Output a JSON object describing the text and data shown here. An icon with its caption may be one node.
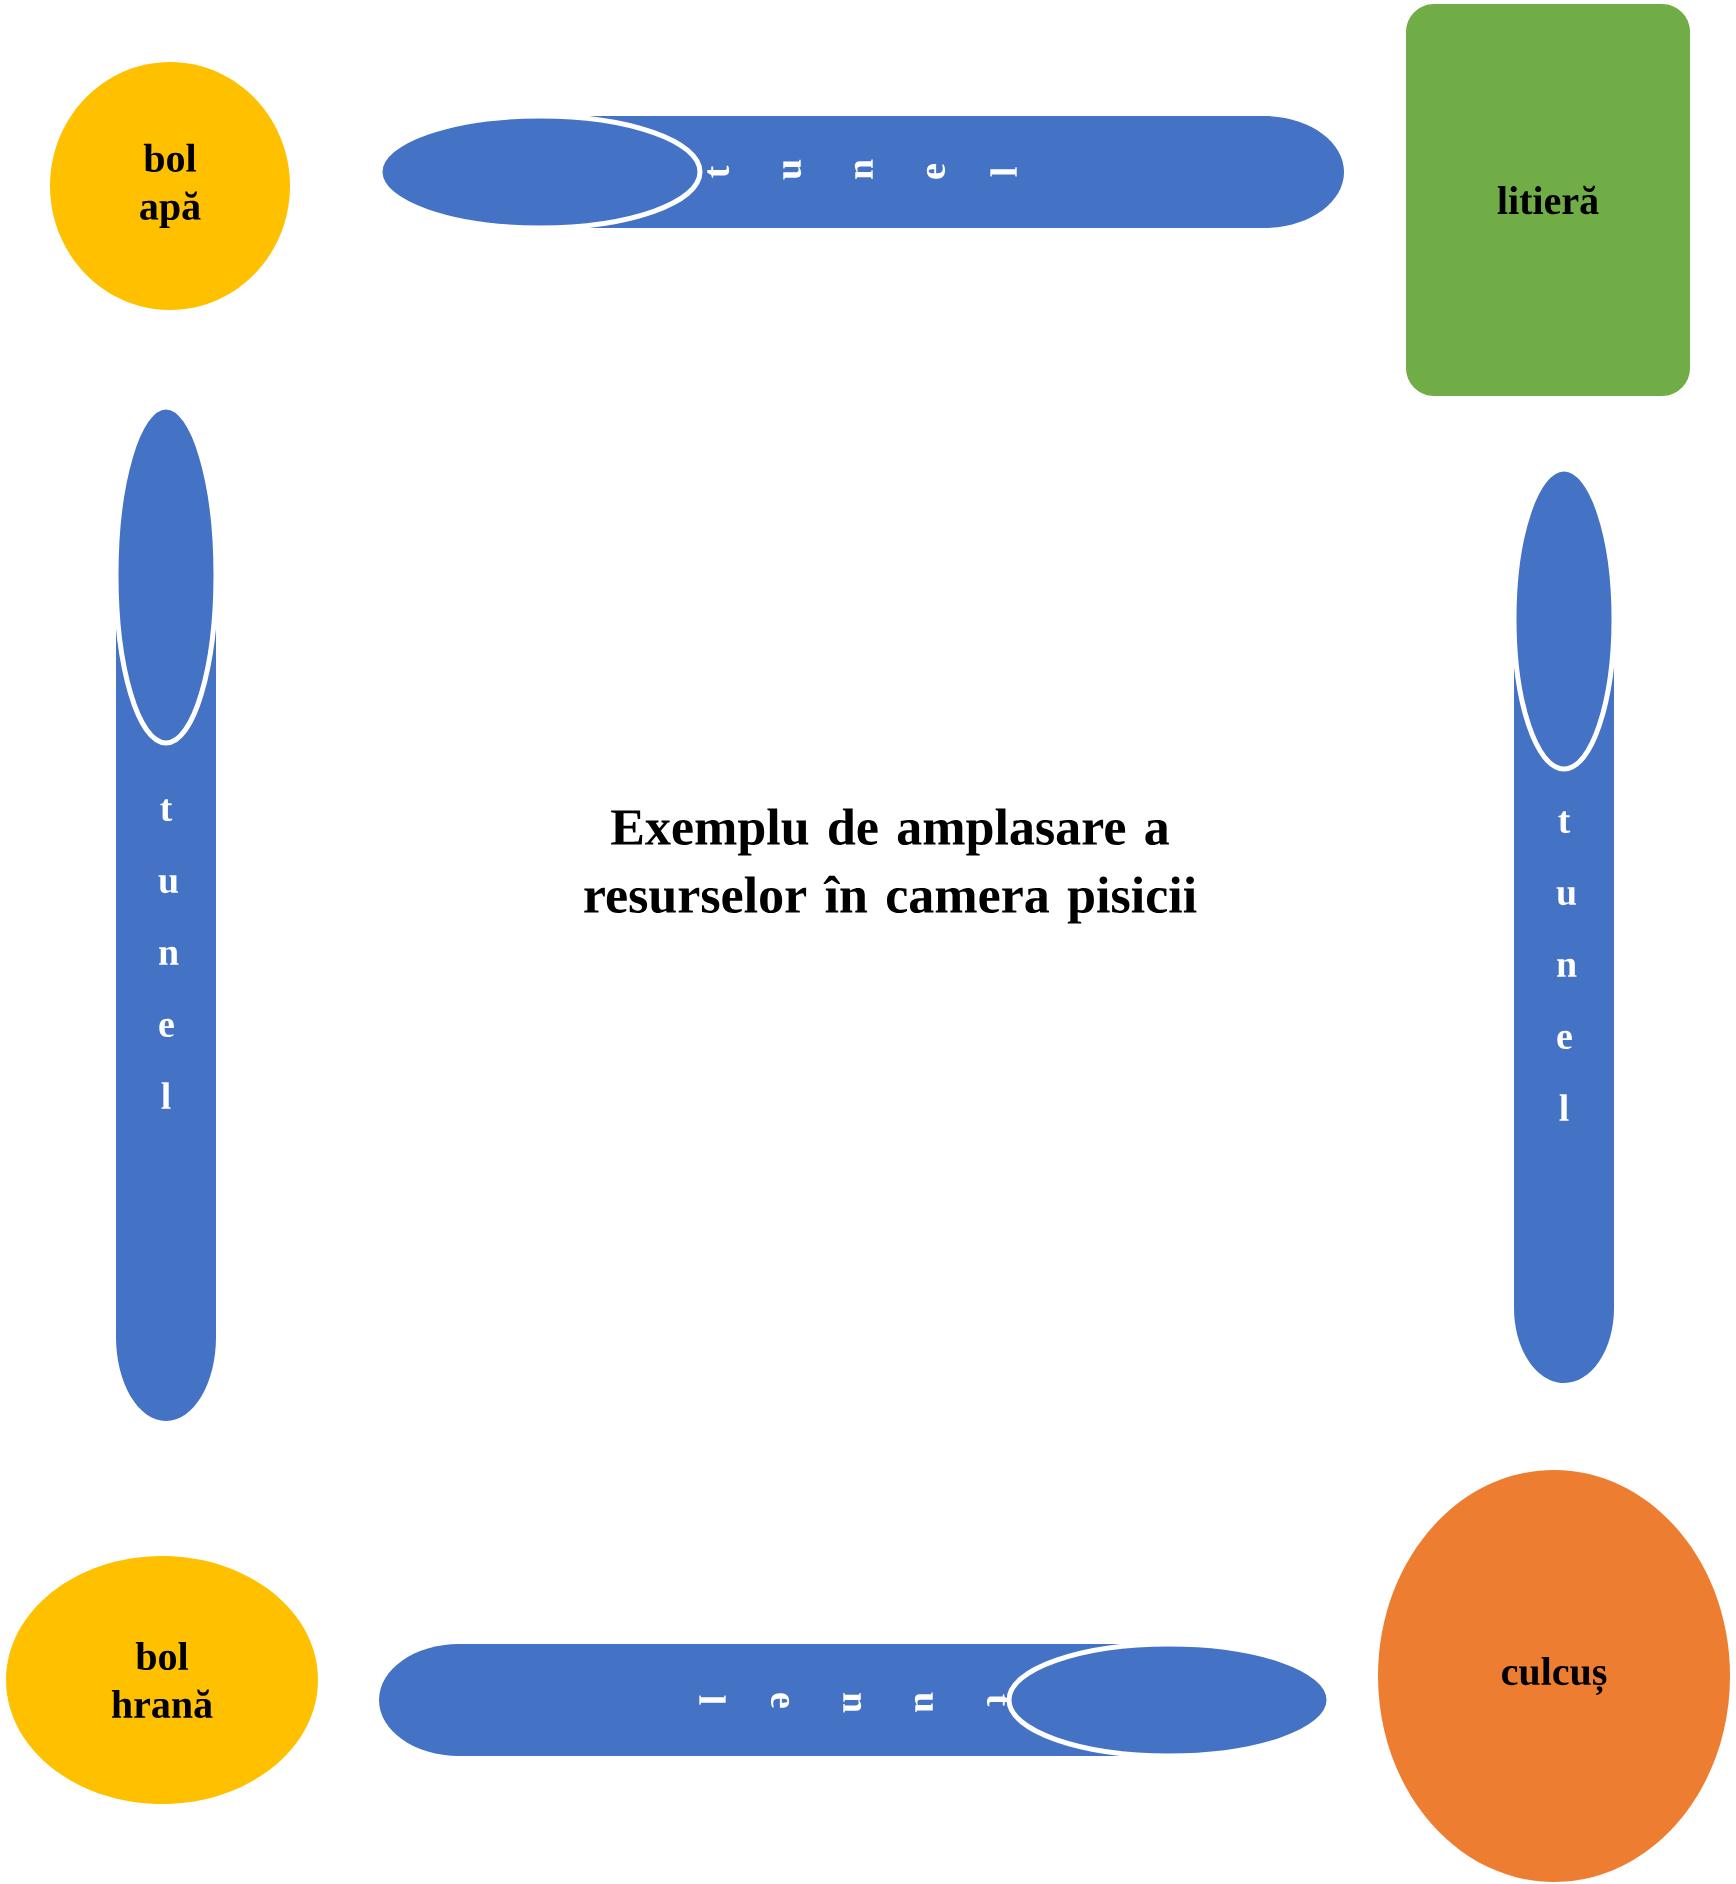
{
  "diagram": {
    "title": "Exemplu de amplasare a resurselor în camera pisicii",
    "nodes": [
      {
        "text": [
          "bol apă"
        ]
      },
      {
        "text": [
          "t u n e l"
        ]
      },
      {
        "text": [
          "litieră"
        ]
      },
      {
        "text": [
          "t u n e l"
        ]
      },
      {
        "text": [
          "t u n e l"
        ]
      },
      {
        "text": [
          "bol hrană"
        ]
      },
      {
        "text": [
          "t u n e l"
        ]
      },
      {
        "text": [
          "culcuș"
        ]
      }
    ]
  }
}
